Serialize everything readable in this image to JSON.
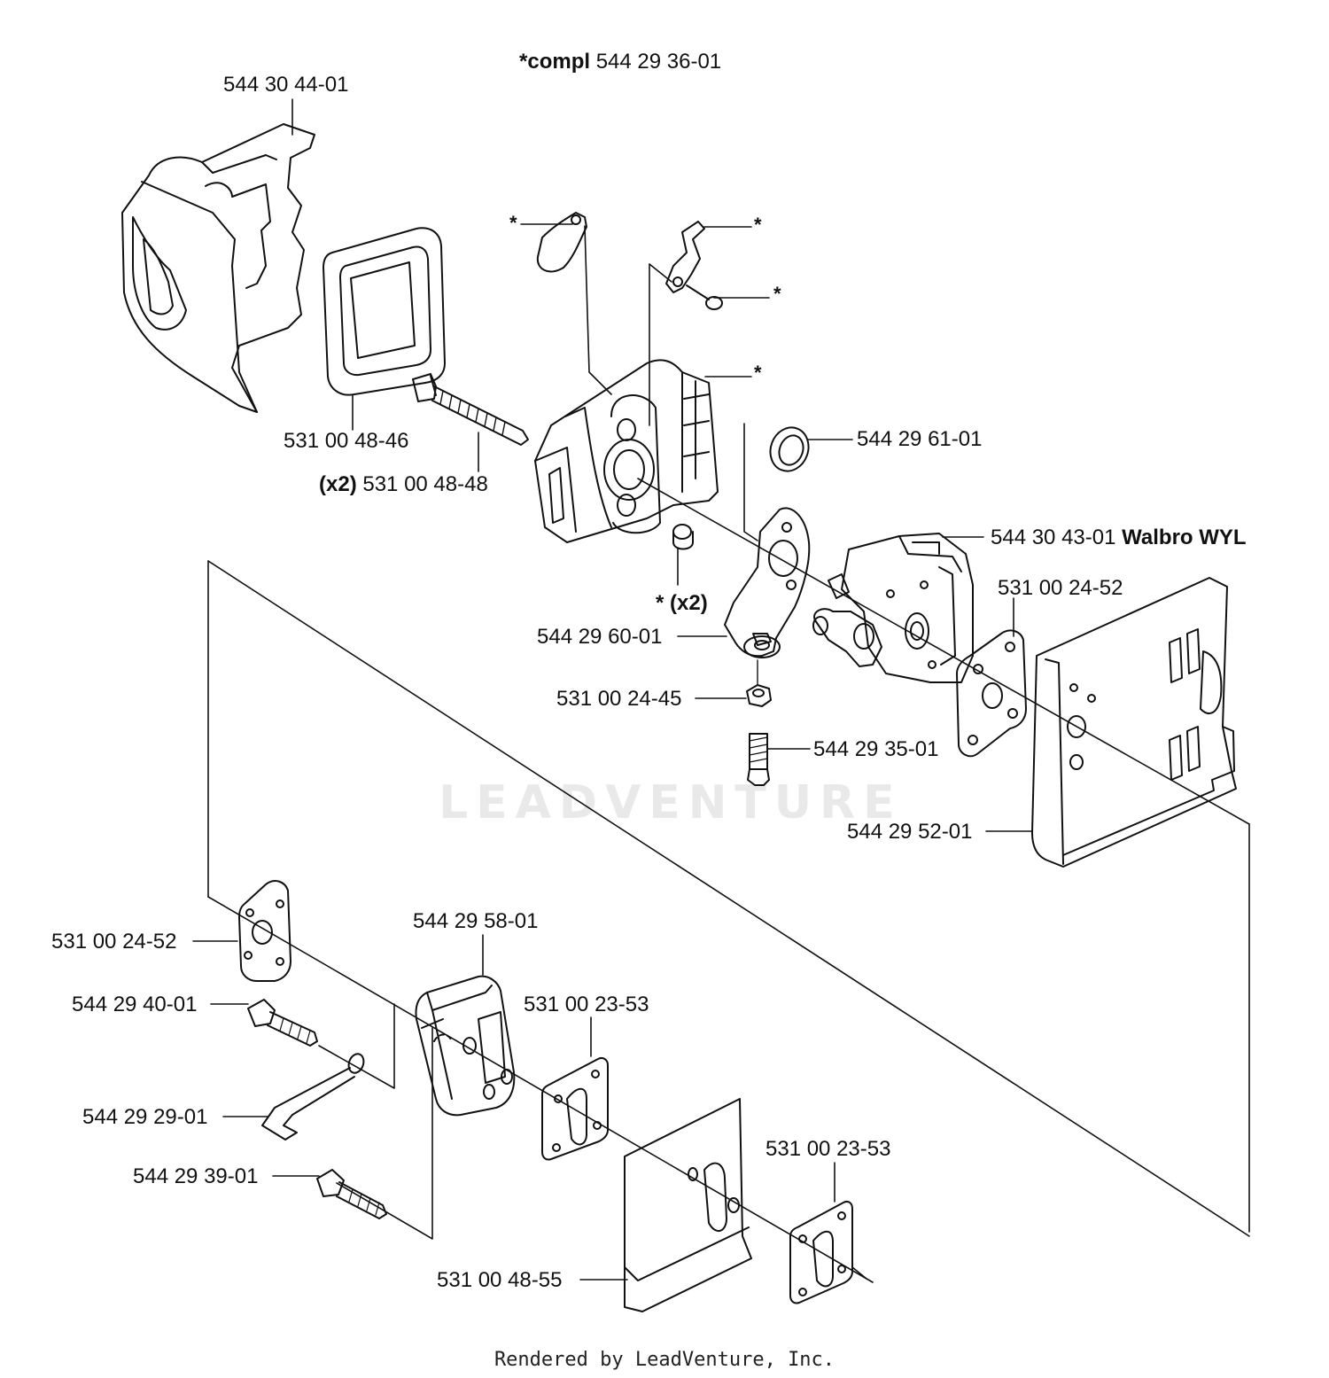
{
  "diagram": {
    "assembly_prefix": "*compl",
    "assembly_number": "544 29 36-01",
    "asterisk": "*",
    "qty_x2": "(x2)",
    "labels": {
      "cover": "544 30 44-01",
      "air_filter": "531 00 48-46",
      "screw": "531 00 48-48",
      "o_ring": "544 29 61-01",
      "carburetor": "544 30 43-01",
      "carburetor_model": "Walbro WYL",
      "gasket_upper": "531 00 24-52",
      "bracket": "544 29 60-01",
      "nut": "531 00 24-45",
      "nipple": "544 29 35-01",
      "intake_plate": "544 29 52-01",
      "gasket_left": "531 00 24-52",
      "bolt_upper": "544 29 40-01",
      "rod": "544 29 29-01",
      "bolt_lower": "544 29 39-01",
      "muffler": "544 29 58-01",
      "gasket_mid": "531 00 23-53",
      "gasket_right": "531 00 23-53",
      "heat_shield": "531 00 48-55"
    },
    "watermark": "LEADVENTURE",
    "footer": "Rendered by LeadVenture, Inc."
  }
}
